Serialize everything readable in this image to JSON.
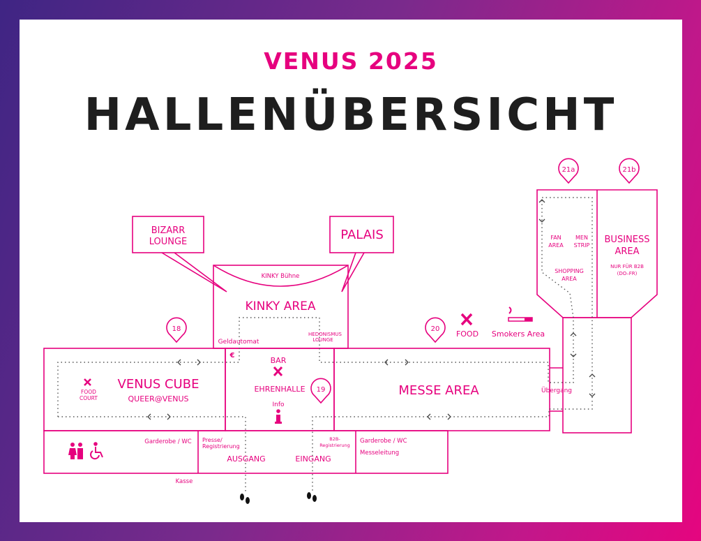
{
  "header": {
    "subtitle": "VENUS 2025",
    "title": "HALLENÜBERSICHT"
  },
  "colors": {
    "accent": "#e6007e",
    "text": "#1e1e1e",
    "path": "#555555"
  },
  "halls": {
    "h18": "18",
    "h19": "19",
    "h20": "20",
    "h21a": "21a",
    "h21b": "21b"
  },
  "areas": {
    "bizarr_1": "BIZARR",
    "bizarr_2": "LOUNGE",
    "palais": "PALAIS",
    "kinky_stage": "KINKY Bühne",
    "kinky_area": "KINKY AREA",
    "atm": "Geldautomat",
    "euro": "€",
    "hedon_1": "HEDONISMUS",
    "hedon_2": "LOUNGE",
    "venus_cube": "VENUS CUBE",
    "queer": "QUEER@VENUS",
    "food_court_1": "FOOD",
    "food_court_2": "COURT",
    "bar": "BAR",
    "ehrenhalle": "EHRENHALLE",
    "info": "Info",
    "messe": "MESSE AREA",
    "food": "FOOD",
    "smokers": "Smokers Area",
    "uebergang": "Übergang",
    "fan_1": "FAN",
    "fan_2": "AREA",
    "men_1": "MEN",
    "men_2": "STRIP",
    "shop_1": "SHOPPING",
    "shop_2": "AREA",
    "business_1": "BUSINESS",
    "business_2": "AREA",
    "b2b_only_1": "NUR FÜR B2B",
    "b2b_only_2": "(DO–FR)",
    "garderobe_left": "Garderobe / WC",
    "presse_1": "Presse/",
    "presse_2": "Registrierung",
    "ausgang": "AUSGANG",
    "eingang": "EINGANG",
    "b2b_reg_1": "B2B-",
    "b2b_reg_2": "Registrierung",
    "garderobe_right": "Garderobe / WC",
    "messeleitung": "Messeleitung",
    "kasse": "Kasse"
  }
}
